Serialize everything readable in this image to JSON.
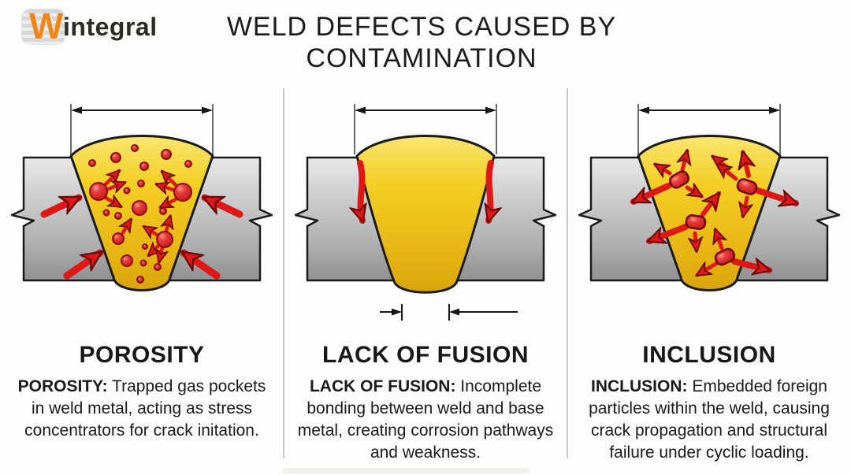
{
  "logo": {
    "mark": "W",
    "name_rest": "integral"
  },
  "title": {
    "line1": "WELD DEFECTS CAUSED BY",
    "line2": "CONTAMINATION"
  },
  "panels": [
    {
      "heading": "POROSITY",
      "desc_label": "POROSITY:",
      "desc_rest": " Trapped gas pockets in weld metal, acting as stress concentrators for crack initation."
    },
    {
      "heading": "LACK OF FUSION",
      "desc_label": "LACK OF FUSION:",
      "desc_rest": " Incomplete bonding between weld and base metal, creating corrosion pathways and weakness."
    },
    {
      "heading": "INCLUSION",
      "desc_label": "INCLUSION:",
      "desc_rest": " Embedded foreign particles within the weld, causing crack propagation and structural failure under cyclic loading."
    }
  ],
  "colors": {
    "brand_orange": "#f0861a",
    "weld_yellow": "#f2c81e",
    "metal_gray": "#b4b6b8",
    "defect_red": "#de1717",
    "text_dark": "#1c1c1c",
    "divider_gray": "#c6c6c6"
  }
}
